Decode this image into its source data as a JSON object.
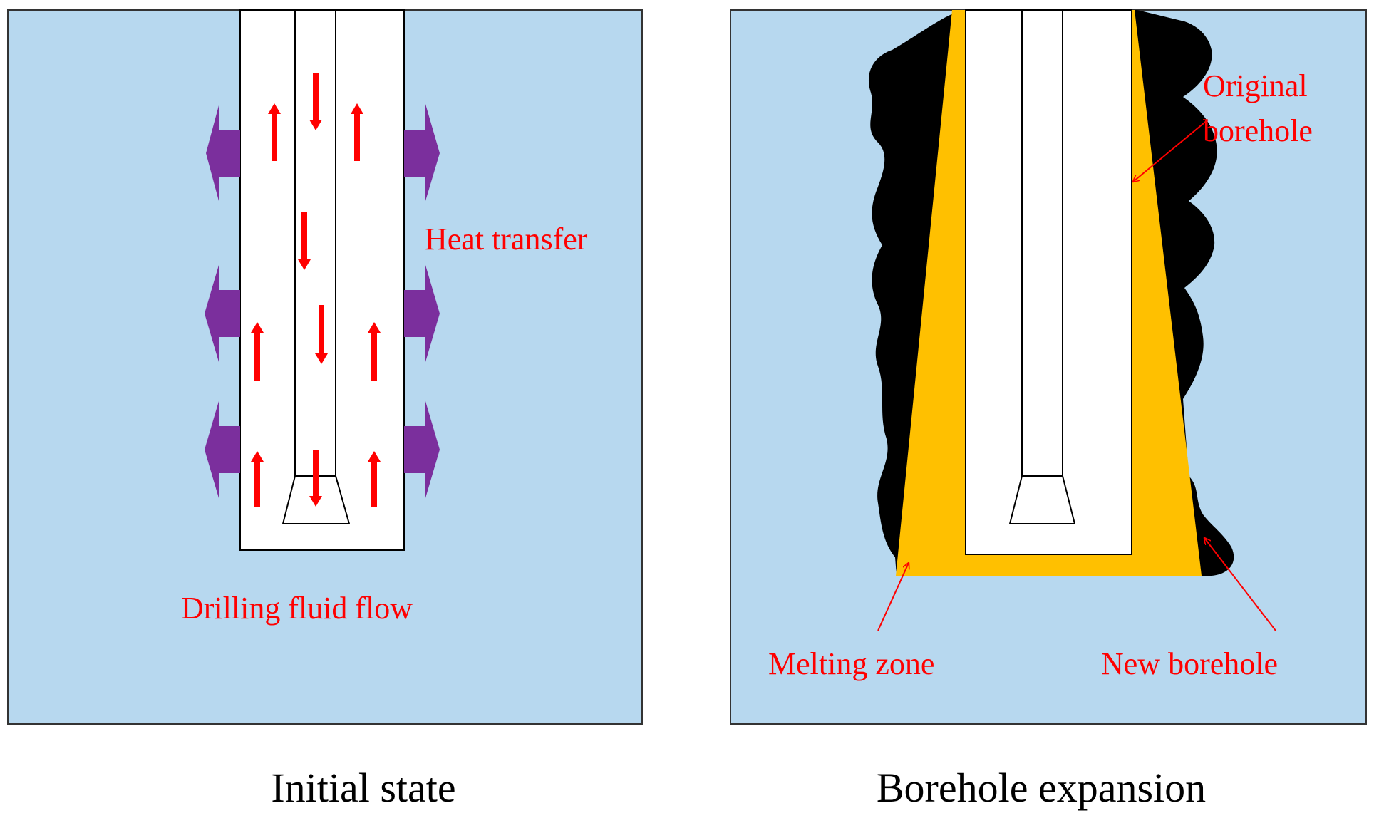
{
  "panels": [
    {
      "caption": "Initial state",
      "labels": {
        "heat_transfer": "Heat transfer",
        "drilling_fluid_flow": "Drilling fluid flow"
      }
    },
    {
      "caption": "Borehole expansion",
      "labels": {
        "original_borehole_line1": "Original",
        "original_borehole_line2": "borehole",
        "melting_zone": "Melting zone",
        "new_borehole": "New borehole"
      }
    }
  ],
  "colors": {
    "formation": "#b7d8ef",
    "fluid_arrow": "#ff0000",
    "heat_arrow": "#7b2f9d",
    "melting_zone": "#ffc000",
    "new_borehole": "#000000",
    "label": "#ff0000"
  }
}
